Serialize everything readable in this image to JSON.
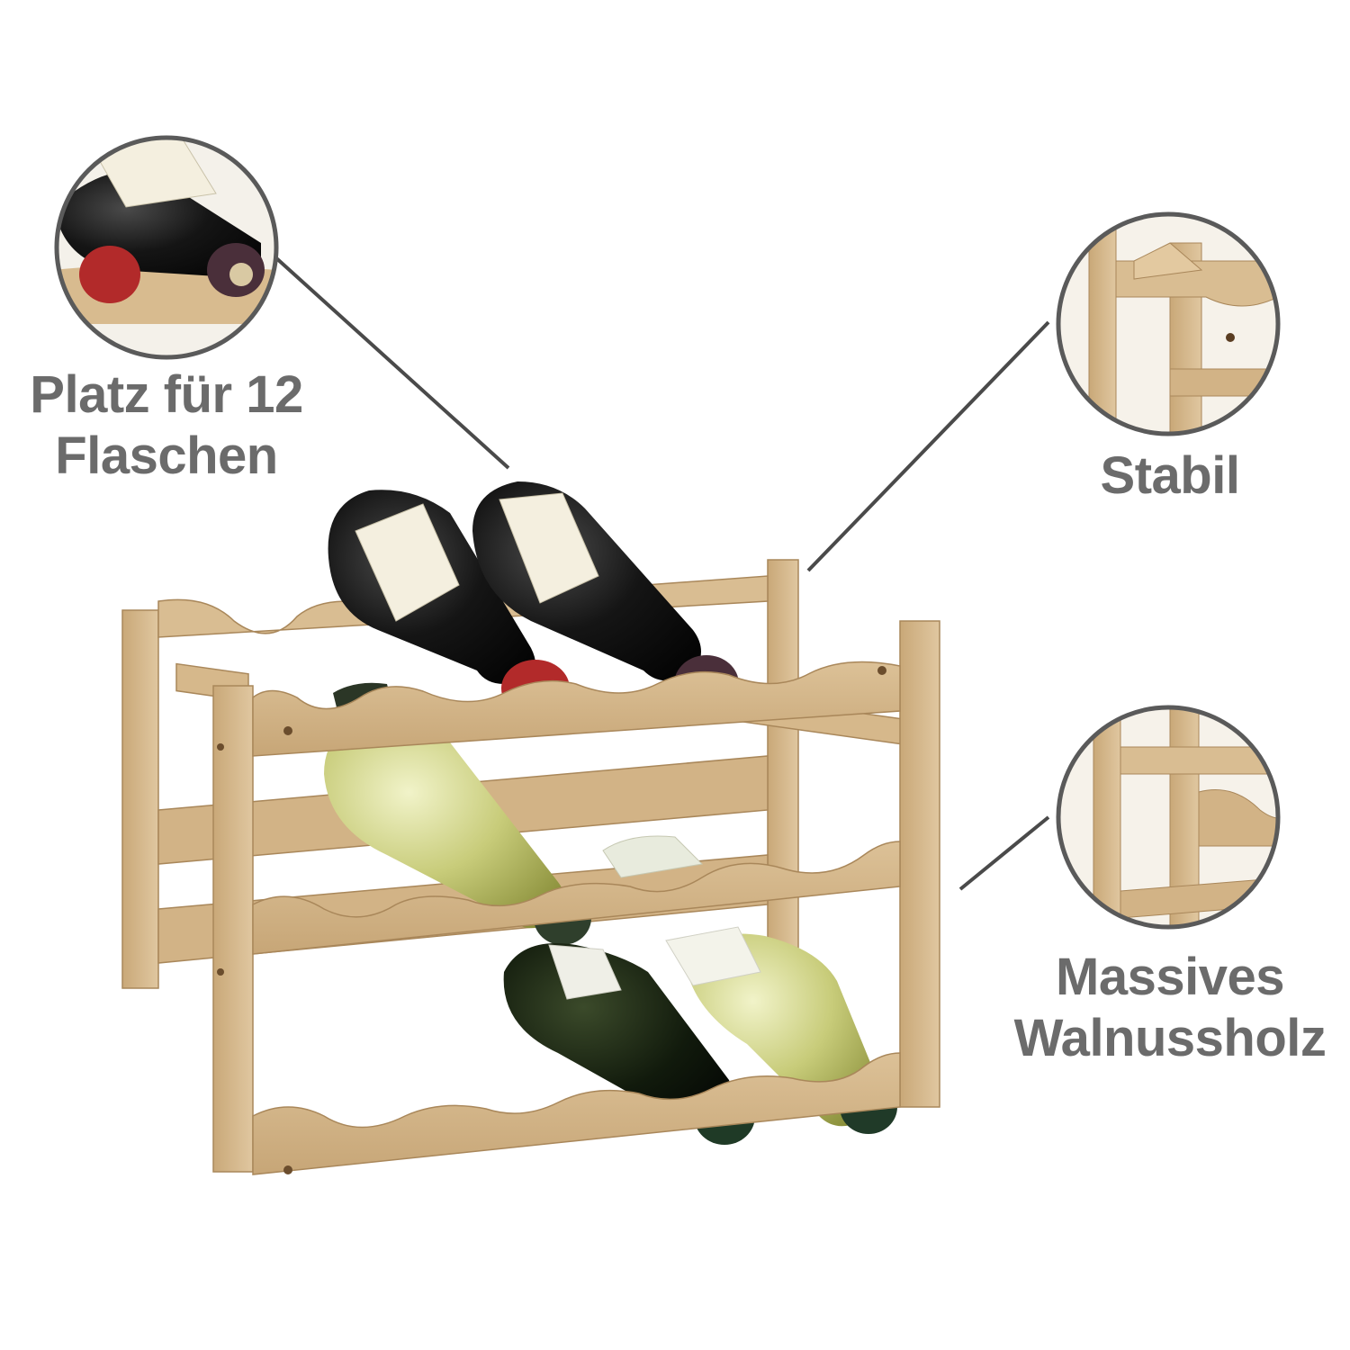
{
  "captions": {
    "capacity": {
      "line1": "Platz für 12",
      "line2": "Flaschen"
    },
    "stable": {
      "line1": "Stabil"
    },
    "material": {
      "line1": "Massives",
      "line2": "Walnussholz"
    }
  },
  "icons": {
    "bottles_detail": "zoom-circle-bottles",
    "frame_detail": "zoom-circle-frame",
    "wood_detail": "zoom-circle-wood"
  },
  "colors": {
    "wood": "#d4b68c",
    "wood_dark": "#b8956a",
    "caption": "#6b6b6b",
    "callout_line": "#4a4a4a"
  }
}
